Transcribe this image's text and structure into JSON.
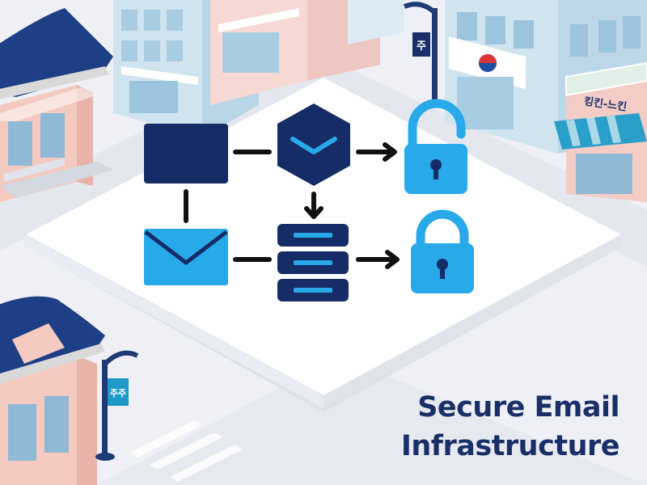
{
  "title": {
    "line1": "Secure Email",
    "line2": "Infrastructure"
  },
  "signs": {
    "street_sign_top": "주",
    "street_sign_bottom": "주주",
    "shop_sign": "킹킨-느킨"
  },
  "diagram": {
    "nodes": [
      {
        "id": "source-box",
        "icon": "dark-square-icon"
      },
      {
        "id": "gateway-hexagon",
        "icon": "hexagon-chevron-icon"
      },
      {
        "id": "unlocked",
        "icon": "unlocked-padlock-icon"
      },
      {
        "id": "mail",
        "icon": "envelope-icon"
      },
      {
        "id": "server",
        "icon": "server-stack-icon"
      },
      {
        "id": "locked",
        "icon": "locked-padlock-icon"
      }
    ],
    "connections": [
      {
        "from": "source-box",
        "to": "gateway-hexagon",
        "arrow": false
      },
      {
        "from": "gateway-hexagon",
        "to": "unlocked",
        "arrow": true
      },
      {
        "from": "gateway-hexagon",
        "to": "server",
        "arrow": true
      },
      {
        "from": "source-box",
        "to": "mail",
        "arrow": false
      },
      {
        "from": "mail",
        "to": "server",
        "arrow": false
      },
      {
        "from": "server",
        "to": "locked",
        "arrow": true
      }
    ]
  },
  "colors": {
    "navy": "#152c66",
    "light_blue": "#27a9ea",
    "title": "#1a2f68",
    "platform": "#ffffff",
    "ground": "#eef0f5"
  }
}
